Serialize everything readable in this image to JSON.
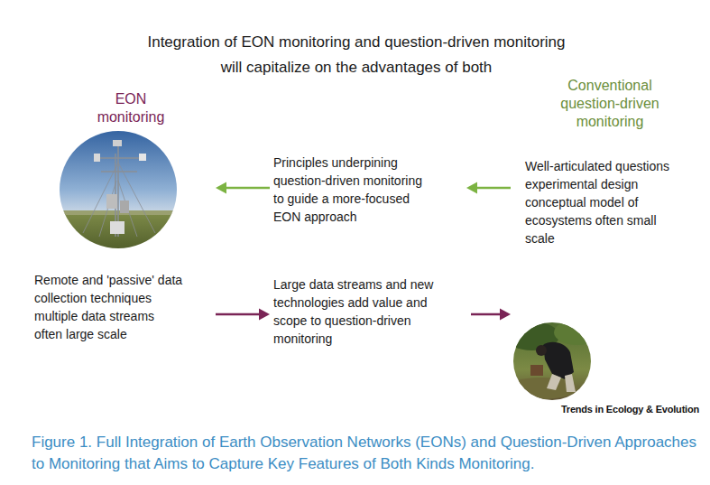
{
  "diagram": {
    "title": "Integration of EON monitoring and question-driven monitoring will capitalize on the advantages of both",
    "caption": "Figure 1. Full Integration of Earth Observation Networks (EONs) and Question-Driven Approaches to Monitoring that Aims to Capture Key Features of Both Kinds Monitoring.",
    "nodes": [
      {
        "text": [
          "EON monitoring",
          "Remote and 'passive' data collection techniques multiple data streams often large scale"
        ]
      },
      {
        "text": [
          "Principles underpining question-driven monitoring to guide a more-focused EON approach"
        ]
      },
      {
        "text": [
          "Large data streams and new technologies add value and scope to question-driven monitoring"
        ]
      },
      {
        "text": [
          "Conventional question-driven monitoring",
          "Well-articulated questions experimental design conceptual model of ecosystems often small scale"
        ]
      }
    ],
    "edges": [
      {
        "from": 3,
        "to": 1,
        "arrow": "to"
      },
      {
        "from": 1,
        "to": 0,
        "arrow": "to"
      },
      {
        "from": 0,
        "to": 2,
        "arrow": "to"
      },
      {
        "from": 2,
        "to": 3,
        "arrow": "to"
      }
    ],
    "labels": [
      "Trends in Ecology & Evolution"
    ]
  }
}
